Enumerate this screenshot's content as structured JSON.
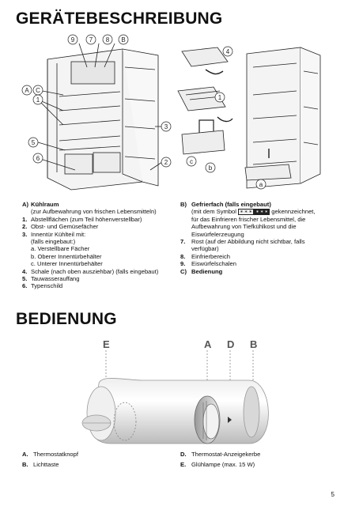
{
  "section1": {
    "title": "GERÄTEBESCHREIBUNG",
    "callouts": [
      "9",
      "7",
      "8",
      "B",
      "4",
      "C",
      "A",
      "1",
      "1",
      "3",
      "5",
      "2",
      "6",
      "c",
      "b",
      "a"
    ]
  },
  "left_list": [
    {
      "key": "A)",
      "label": "Kühlraum",
      "bold": true
    },
    {
      "key": "",
      "label": "(zur Aufbewahrung von frischen Lebensmitteln)",
      "indent": true
    },
    {
      "key": "1.",
      "label": "Abstellflächen (zum Teil höhenverstellbar)"
    },
    {
      "key": "2.",
      "label": "Obst- und Gemüsefächer"
    },
    {
      "key": "3.",
      "label": "Innentür Kühlteil mit:"
    },
    {
      "key": "",
      "label": "(falls eingebaut:)",
      "indent": true
    },
    {
      "key": "",
      "label": "a. Verstellbare Fächer",
      "indent": true
    },
    {
      "key": "",
      "label": "b. Oberer Innentürbehälter",
      "indent": true
    },
    {
      "key": "",
      "label": "c. Unterer Innentürbehälter",
      "indent": true
    },
    {
      "key": "4.",
      "label": "Schale (nach oben ausziehbar) (falls eingebaut)"
    },
    {
      "key": "5.",
      "label": "Tauwasserauffang"
    },
    {
      "key": "6.",
      "label": "Typenschild"
    }
  ],
  "right_list": {
    "b_key": "B)",
    "b_label": "Gefrierfach (falls eingebaut)",
    "b_line1a": "(mit dem Symbol",
    "b_line1b": "gekennzeichnet,",
    "b_line2": "für das Einfrieren frischer Lebensmittel, die",
    "b_line3": "Aufbewahrung von Tiefkühlkost und die",
    "b_line4": "Eiswürfelerzeugung",
    "i7_key": "7.",
    "i7_line1": "Rost (auf der Abbildung nicht sichtbar, falls",
    "i7_line2": "verfügbar)",
    "i8_key": "8.",
    "i8_label": "Einfrierbereich",
    "i9_key": "9.",
    "i9_label": "Eiswürfelschalen",
    "c_key": "C)",
    "c_label": "Bedienung"
  },
  "section2": {
    "title": "BEDIENUNG",
    "labels": {
      "e": "E",
      "a": "A",
      "d": "D",
      "b": "B"
    }
  },
  "bottom_left": [
    {
      "key": "A.",
      "label": "Thermostatknopf"
    },
    {
      "key": "B.",
      "label": "Lichttaste"
    }
  ],
  "bottom_right": [
    {
      "key": "D.",
      "label": "Thermostat-Anzeigekerbe"
    },
    {
      "key": "E.",
      "label": "Glühlampe (max. 15 W)"
    }
  ],
  "page_number": "5"
}
